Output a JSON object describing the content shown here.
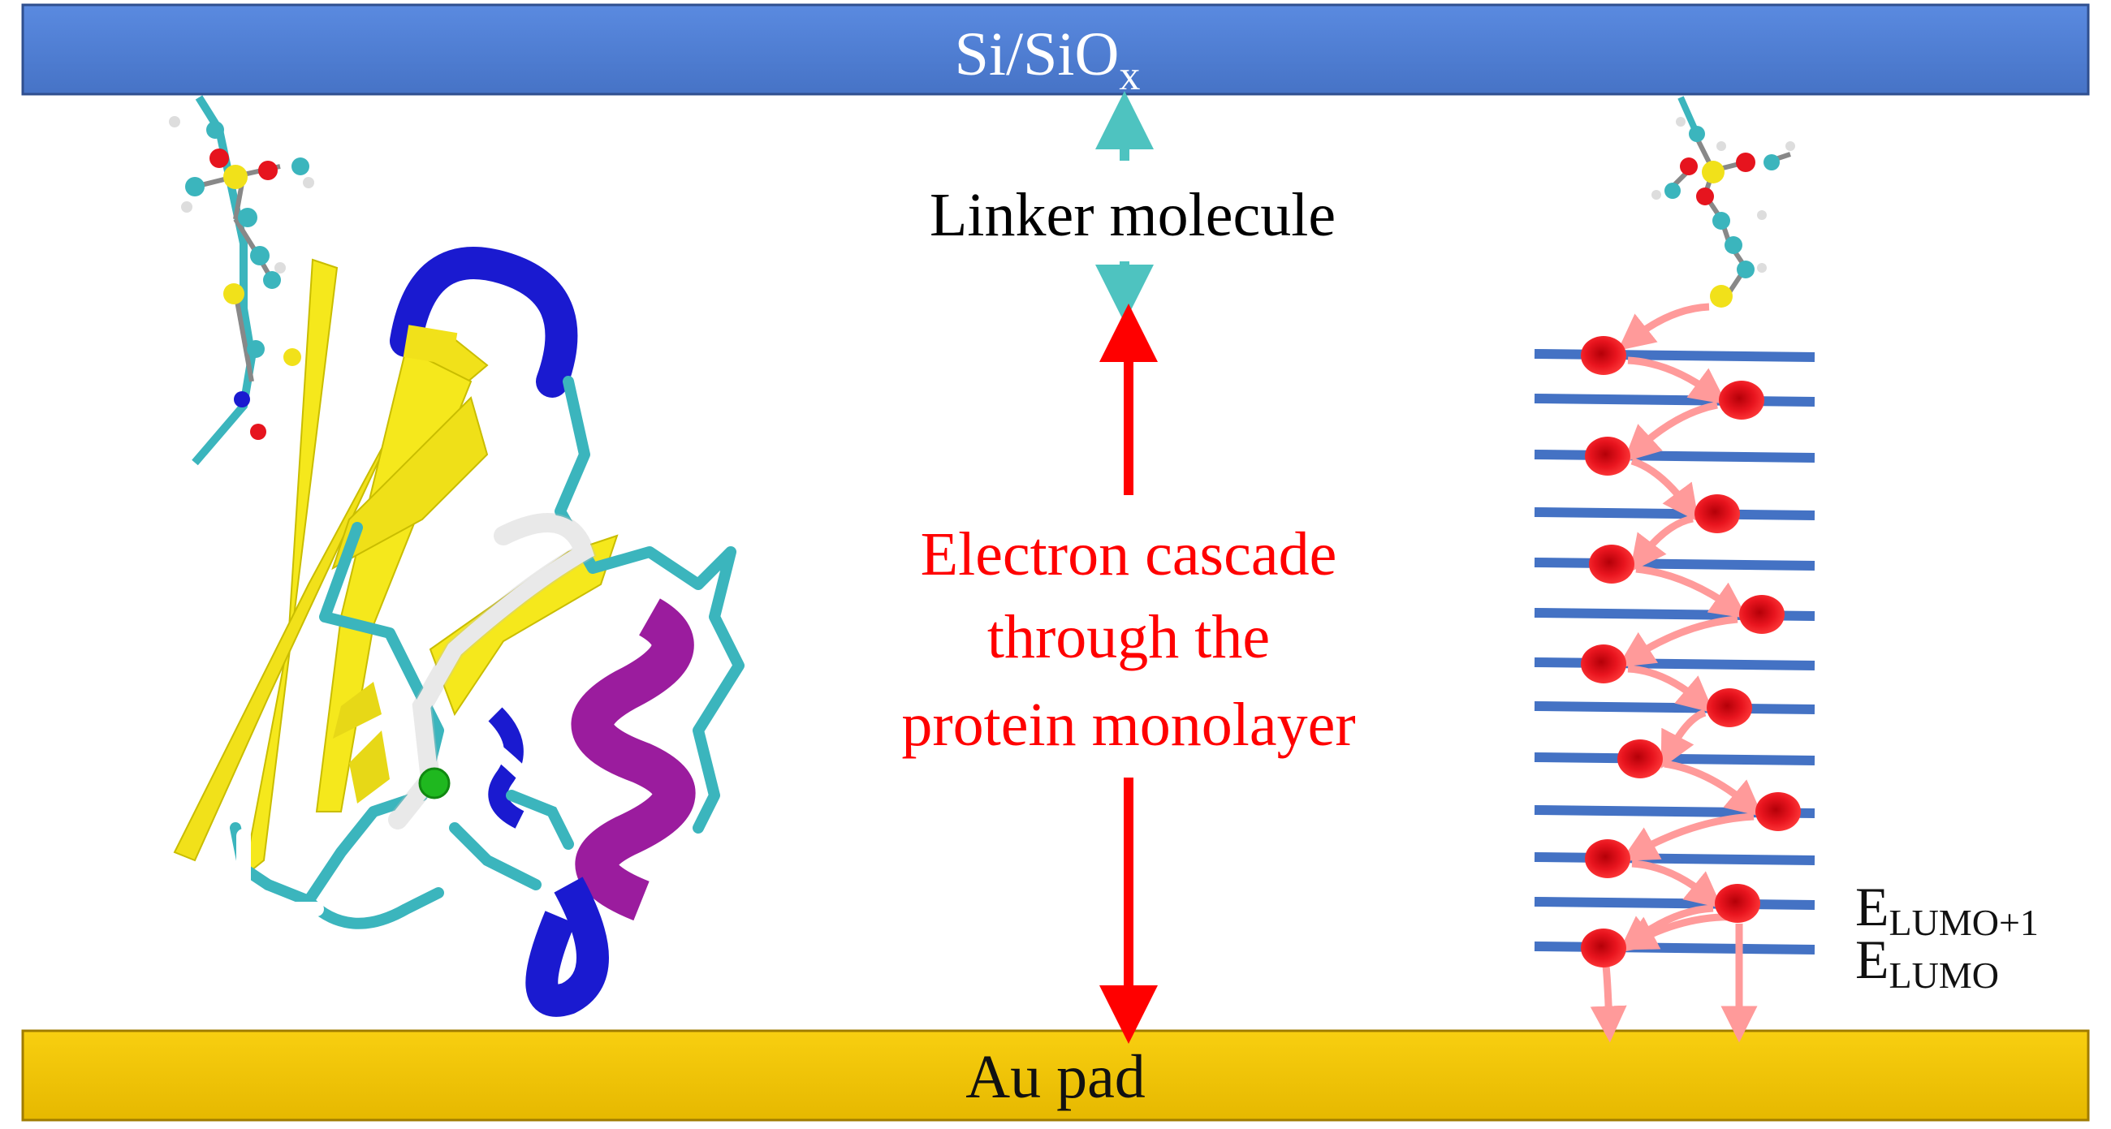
{
  "colors": {
    "top_bar": "#4f7fd6",
    "bottom_bar": "#f2c400",
    "linker_arrow": "#4ec3c0",
    "cascade_arrow": "#ff0000",
    "cascade_text": "#ff0000",
    "level_line": "#4472c4",
    "electron": "#e8141e",
    "hop_arrow": "#ff9a9a",
    "sheet": "#f5e81c",
    "helix": "#9b1c9e",
    "blue_helix": "#1a1ad0",
    "coil": "#3bb5bd"
  },
  "top_bar": {
    "label_main": "Si/SiO",
    "label_sub": "x"
  },
  "bottom_bar": {
    "label": "Au pad"
  },
  "center": {
    "linker_label": "Linker molecule",
    "cascade_line1": "Electron cascade",
    "cascade_line2": "through the",
    "cascade_line3": "protein monolayer"
  },
  "energy_labels": {
    "lumo1_main": "E",
    "lumo1_sub": "LUMO+1",
    "lumo_main": "E",
    "lumo_sub": "LUMO"
  },
  "icons": [
    "protein-ribbon-structure",
    "linker-molecule-ball-and-stick",
    "energy-level-ladder",
    "electron-dot"
  ]
}
